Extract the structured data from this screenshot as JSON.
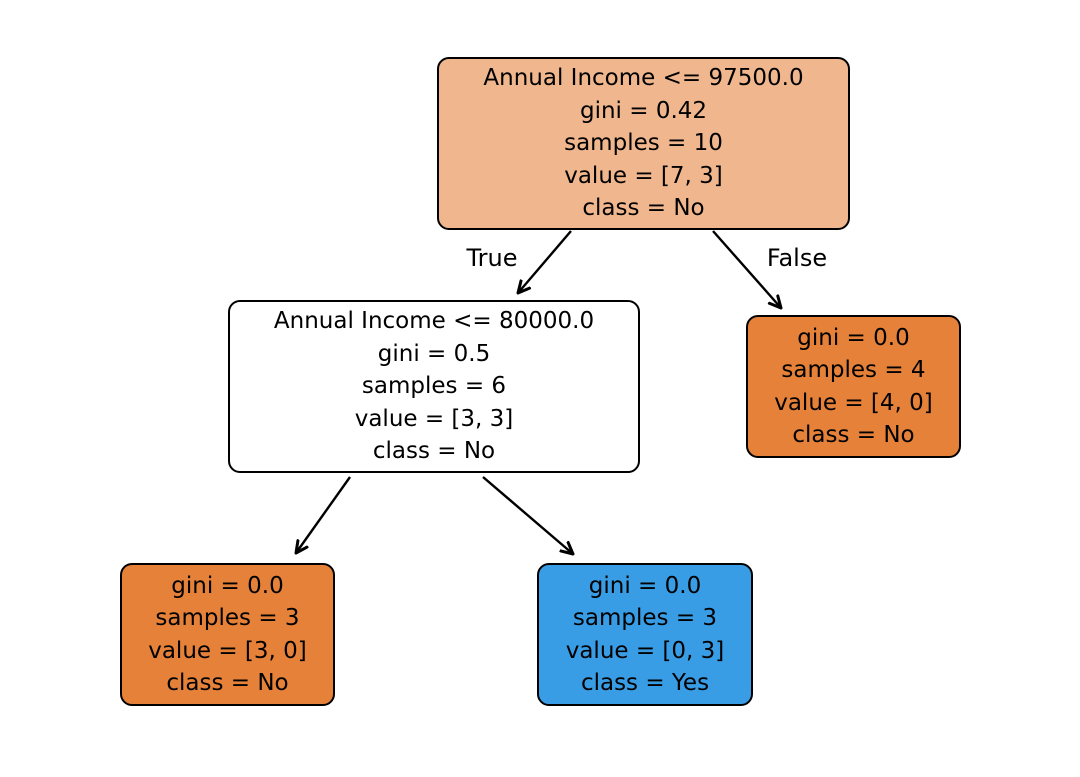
{
  "figure": {
    "type": "decision-tree",
    "background": "#ffffff",
    "colors": {
      "root_fill": "#f0b78e",
      "internal_fill": "#ffffff",
      "leaf_no_fill": "#e58139",
      "leaf_yes_fill": "#399de5",
      "node_border": "#000000",
      "text": "#000000",
      "arrow": "#000000"
    },
    "edge_labels": {
      "true_label": "True",
      "false_label": "False"
    },
    "nodes": [
      {
        "id": "root",
        "depth": 0,
        "fill": "#f0b78e",
        "lines": [
          "Annual Income <= 97500.0",
          "gini = 0.42",
          "samples = 10",
          "value = [7, 3]",
          "class = No"
        ]
      },
      {
        "id": "internal-left",
        "depth": 1,
        "fill": "#ffffff",
        "lines": [
          "Annual Income <= 80000.0",
          "gini = 0.5",
          "samples = 6",
          "value = [3, 3]",
          "class = No"
        ]
      },
      {
        "id": "leaf-false",
        "depth": 1,
        "fill": "#e58139",
        "lines": [
          "gini = 0.0",
          "samples = 4",
          "value = [4, 0]",
          "class = No"
        ]
      },
      {
        "id": "leaf-left-left",
        "depth": 2,
        "fill": "#e58139",
        "lines": [
          "gini = 0.0",
          "samples = 3",
          "value = [3, 0]",
          "class = No"
        ]
      },
      {
        "id": "leaf-left-right",
        "depth": 2,
        "fill": "#399de5",
        "lines": [
          "gini = 0.0",
          "samples = 3",
          "value = [0, 3]",
          "class = Yes"
        ]
      }
    ]
  }
}
